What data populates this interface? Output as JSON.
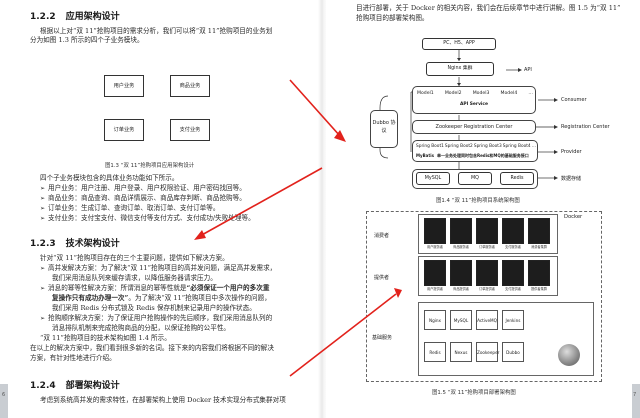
{
  "left": {
    "sec122_num": "1.2.2",
    "sec122_title": "应用架构设计",
    "intro1": "根据以上对“双 11”抢购项目的需求分析，我们可以将“双 11”抢购项目的业务划",
    "intro2": "分为如图 1.3 所示的四个子业务模块。",
    "fig13": {
      "user": "用户业务",
      "goods": "商品业务",
      "order": "订单业务",
      "pay": "支付业务",
      "caption": "图1.3 “双 11”抢购项目应用架构设计"
    },
    "modules_intro": "四个子业务模块包含的具体业务功能如下所示。",
    "modules": [
      "用户业务：用户注册、用户登录、用户权限验证、用户密码找回等。",
      "商品业务：商品查询、商品详情展示、商品库存判断、商品抢购等。",
      "订单业务：生成订单、查询订单、取消订单、支付订单等。",
      "支付业务：支付宝支付、微信支付等支付方式、支付成功/失败处理等。"
    ],
    "sec123_num": "1.2.3",
    "sec123_title": "技术架构设计",
    "tech_intro": "针对“双 11”抢购项目存在的三个主要问题，提供如下解决方案。",
    "sol1_a": "高并发解决方案：为了解决“双 11”抢购项目的高并发问题，满足高并发需求，",
    "sol1_b": "我们采用消息队列来缓存请求，以降低服务器请求压力。",
    "sol2_a_pre": "消息的幂等性解决方案：所谓消息的幂等性就是",
    "sol2_a_bold": "“必须保证一个用户的多次重",
    "sol2_b_bold": "复操作只有成功办理一次”",
    "sol2_b_post": "。为了解决“双 11”抢购项目中多次操作的问题，",
    "sol2_c": "我们采用 Redis 分布式锁及 Redis 保存机制来记录用户的操作状态。",
    "sol3_a": "抢购顺序解决方案：为了保证用户抢购操作的先后顺序，我们采用消息队列的",
    "sol3_b": "消息排队机制来完成抢购商品的分配，以保证抢购的公平性。",
    "fig14_ref": "“双 11”抢购项目的技术架构如图 1.4 所示。",
    "tech_outro1": "在以上的解决方案中，我们看到很多新的名词。接下来的内容我们将根据不同的解决",
    "tech_outro2": "方案，有针对性地进行介绍。",
    "sec124_num": "1.2.4",
    "sec124_title": "部署架构设计",
    "deploy_intro": "考虑到系统高并发的需求特性，在部署架构上使用 Docker 技术实现分布式集群对项",
    "edge_num": "6"
  },
  "right": {
    "top1": "目进行部署，关于 Docker 的相关内容，我们会在后续章节中进行讲解。图 1.5 为“双 11”",
    "top2": "抢购项目的部署架构图。",
    "fig14": {
      "client": "PC、H5、APP",
      "nginx": "Nginx 集群",
      "api": "API",
      "dubbo": "Dubbo 协议",
      "models": [
        "Model1",
        "Model2",
        "Model3",
        "Model4",
        "…"
      ],
      "api_service": "API Service",
      "consumer": "Consumer",
      "zookeeper": "Zookeeper Registration Center",
      "registration_center": "Registration Center",
      "springboots": [
        "Spring Boot1",
        "Spring Boot2",
        "Spring Boot3",
        "Spring Boot4",
        "…"
      ],
      "mybatis": "MyBatis",
      "note": "单一业务处理同时包含Redis和MQ的基础服务接口",
      "provider": "Provider",
      "stores": [
        "MySQL",
        "MQ",
        "Redis"
      ],
      "data_store": "数据存储",
      "caption": "图1.4 “双 11”抢购项目系统架构图"
    },
    "fig15": {
      "docker": "Docker",
      "consumer_label": "消费者",
      "provider_label": "提供者",
      "base_label": "基础服务",
      "consumer_slots": [
        "用户服务者",
        "商品服务者",
        "订单服务者",
        "支付服务者",
        "消费者集群"
      ],
      "provider_slots": [
        "用户提供者",
        "商品提供者",
        "订单提供者",
        "支付提供者",
        "提供者集群"
      ],
      "services_row1": [
        "Nginx",
        "MySQL",
        "ActiveMQ",
        "Jenkins"
      ],
      "services_row2": [
        "Redis",
        "Nexus",
        "Zookeeper",
        "Dubbo"
      ],
      "caption": "图1.5 “双 11”抢购项目部署架构图"
    },
    "edge_num": "7"
  },
  "colors": {
    "arrow": "#e2221c",
    "edge": "#c9cdd2"
  }
}
